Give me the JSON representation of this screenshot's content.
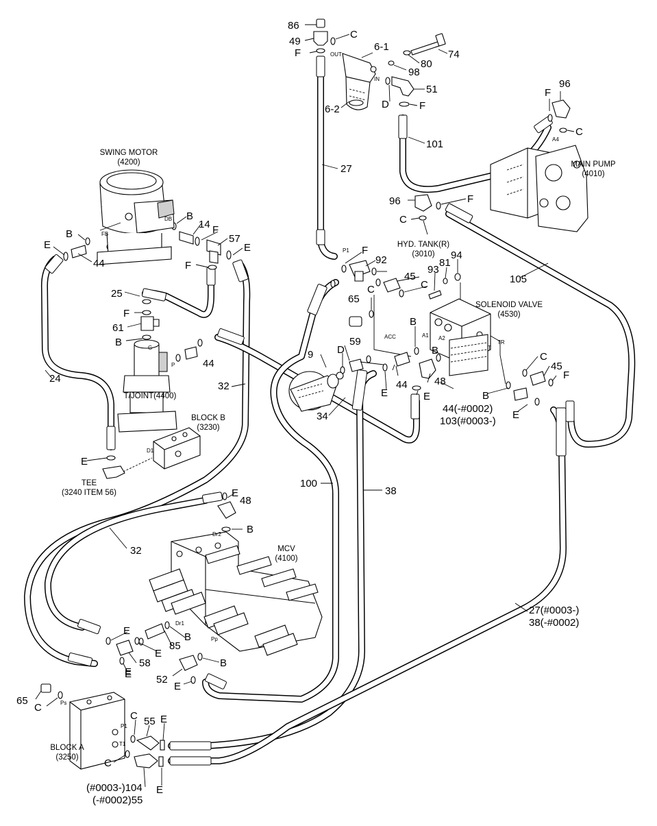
{
  "diagram": {
    "components": {
      "swing_motor": [
        "SWING MOTOR",
        "(4200)"
      ],
      "main_pump": [
        "MAIN PUMP",
        "(4010)"
      ],
      "hyd_tank": [
        "HYD. TANK(R)",
        "(3010)"
      ],
      "solenoid_valve": [
        "SOLENOID VALVE",
        "(4530)"
      ],
      "tjoint": [
        "T/JOINT(4400)"
      ],
      "block_b": [
        "BLOCK B",
        "(3230)"
      ],
      "tee": [
        "TEE",
        "(3240 ITEM 56)"
      ],
      "mcv": [
        "MCV",
        "(4100)"
      ],
      "block_a": [
        "BLOCK A",
        "(3250)"
      ]
    },
    "ports": {
      "out": "OUT",
      "in": "IN",
      "db": "DB",
      "fb": "FB",
      "a4": "A4",
      "p1_tank": "P1",
      "acc": "ACC",
      "a1": "A1",
      "a2": "A2",
      "tr": "TR",
      "t": "T",
      "p": "P",
      "g": "G",
      "d1": "D1",
      "dr2": "Dr2",
      "dr1": "Dr1",
      "pp": "Pp",
      "ps": "Ps",
      "p1_block": "P1",
      "t1": "T1"
    },
    "callouts": {
      "c86": "86",
      "c49": "49",
      "cC1": "C",
      "cF1": "F",
      "c6_1": "6-1",
      "c74": "74",
      "c80": "80",
      "c98": "98",
      "c51": "51",
      "cD1": "D",
      "cF2": "F",
      "c6_2": "6-2",
      "c101": "101",
      "c27": "27",
      "cF3": "F",
      "c96a": "96",
      "cC2": "C",
      "c96b": "96",
      "cF4": "F",
      "cC3": "C",
      "cB1": "B",
      "c14": "14",
      "cB2": "B",
      "cE1": "E",
      "c44a": "44",
      "cF5": "F",
      "c57": "57",
      "cE2": "E",
      "cF6": "F",
      "c92": "92",
      "cF7": "F",
      "c93": "93",
      "c81": "81",
      "c94": "94",
      "c105": "105",
      "c25": "25",
      "c45a": "45",
      "cC4": "C",
      "c65a": "65",
      "cF8": "F",
      "c61": "61",
      "cB3": "B",
      "cC5": "C",
      "c59": "59",
      "cB4": "B",
      "c44b": "44",
      "cB5": "B",
      "c9": "9",
      "cD2": "D",
      "c24": "24",
      "c32a": "32",
      "c44c": "44",
      "cC6": "C",
      "c45b": "45",
      "cF9": "F",
      "c48a": "48",
      "cE3": "E",
      "cE4": "E",
      "cB6": "B",
      "c44_note": "44(-#0002)",
      "c103_note": "103(#0003-)",
      "cE5": "E",
      "c34": "34",
      "cE6": "E",
      "c100": "100",
      "c38": "38",
      "cE7": "E",
      "c48b": "48",
      "cB7": "B",
      "c32b": "32",
      "c27_note": "27(#0003-)",
      "c38_note": "38(-#0002)",
      "cE8": "E",
      "cE9": "E",
      "c85": "85",
      "cB8": "B",
      "cE10": "E",
      "c58": "58",
      "cE11": "E",
      "cB9": "B",
      "c52": "52",
      "cE12": "E",
      "c65b": "65",
      "cC7": "C",
      "cC8": "C",
      "c55a": "55",
      "cE13": "E",
      "cC9": "C",
      "c104_note": "(#0003-)104",
      "c55_note": "(-#0002)55",
      "cE14": "E"
    }
  }
}
